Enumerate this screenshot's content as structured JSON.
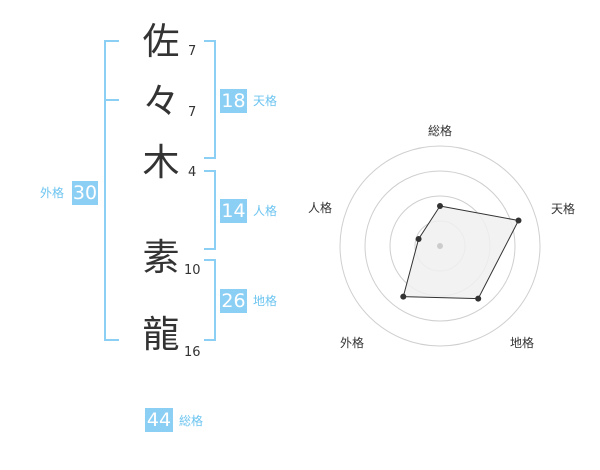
{
  "name": {
    "chars": [
      {
        "char": "佐",
        "strokes": "7"
      },
      {
        "char": "々",
        "strokes": "7"
      },
      {
        "char": "木",
        "strokes": "4"
      },
      {
        "char": "素",
        "strokes": "10"
      },
      {
        "char": "龍",
        "strokes": "16"
      }
    ]
  },
  "fortune": {
    "tenkaku": {
      "label": "天格",
      "value": "18"
    },
    "jinkaku": {
      "label": "人格",
      "value": "14"
    },
    "chikaku": {
      "label": "地格",
      "value": "26"
    },
    "gaikaku": {
      "label": "外格",
      "value": "30"
    },
    "soukaku": {
      "label": "総格",
      "value": "44"
    }
  },
  "chart_data": {
    "type": "radar",
    "axes": [
      "総格",
      "天格",
      "地格",
      "外格",
      "人格"
    ],
    "rings": 4,
    "max": 4,
    "values": [
      1.6,
      3.3,
      2.6,
      2.5,
      0.9
    ],
    "colors": {
      "fill": "#f0f0f0",
      "stroke": "#333333",
      "ring": "#cfcfcf",
      "accent": "#8ccff4",
      "center": "#cccccc"
    }
  }
}
